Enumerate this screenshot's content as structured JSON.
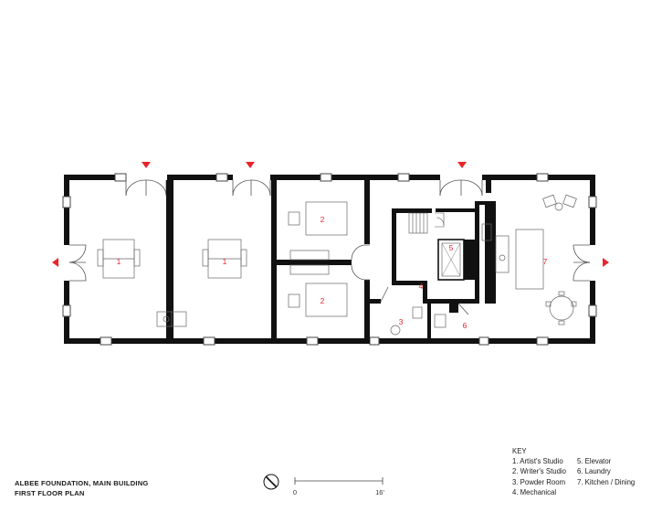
{
  "title": {
    "line1": "ALBEE FOUNDATION, MAIN BUILDING",
    "line2": "FIRST FLOOR PLAN"
  },
  "key": {
    "heading": "KEY",
    "items": [
      "1. Artist's Studio",
      "2. Writer's Studio",
      "3. Powder Room",
      "4. Mechanical",
      "5. Elevator",
      "6. Laundry",
      "7. Kitchen / Dining"
    ]
  },
  "room_labels": {
    "studio_a": "1",
    "studio_b": "1",
    "writer_top": "2",
    "writer_bottom": "2",
    "powder": "3",
    "mechanical": "4",
    "elevator": "5",
    "laundry": "6",
    "kitchen": "7"
  },
  "scale_bar": {
    "start": "0",
    "end": "16'"
  },
  "colors": {
    "wall": "#111111",
    "label": "#e8262b",
    "entry_marker": "#e8262b"
  },
  "icons": [
    "north-arrow-icon",
    "entry-marker-icon"
  ]
}
